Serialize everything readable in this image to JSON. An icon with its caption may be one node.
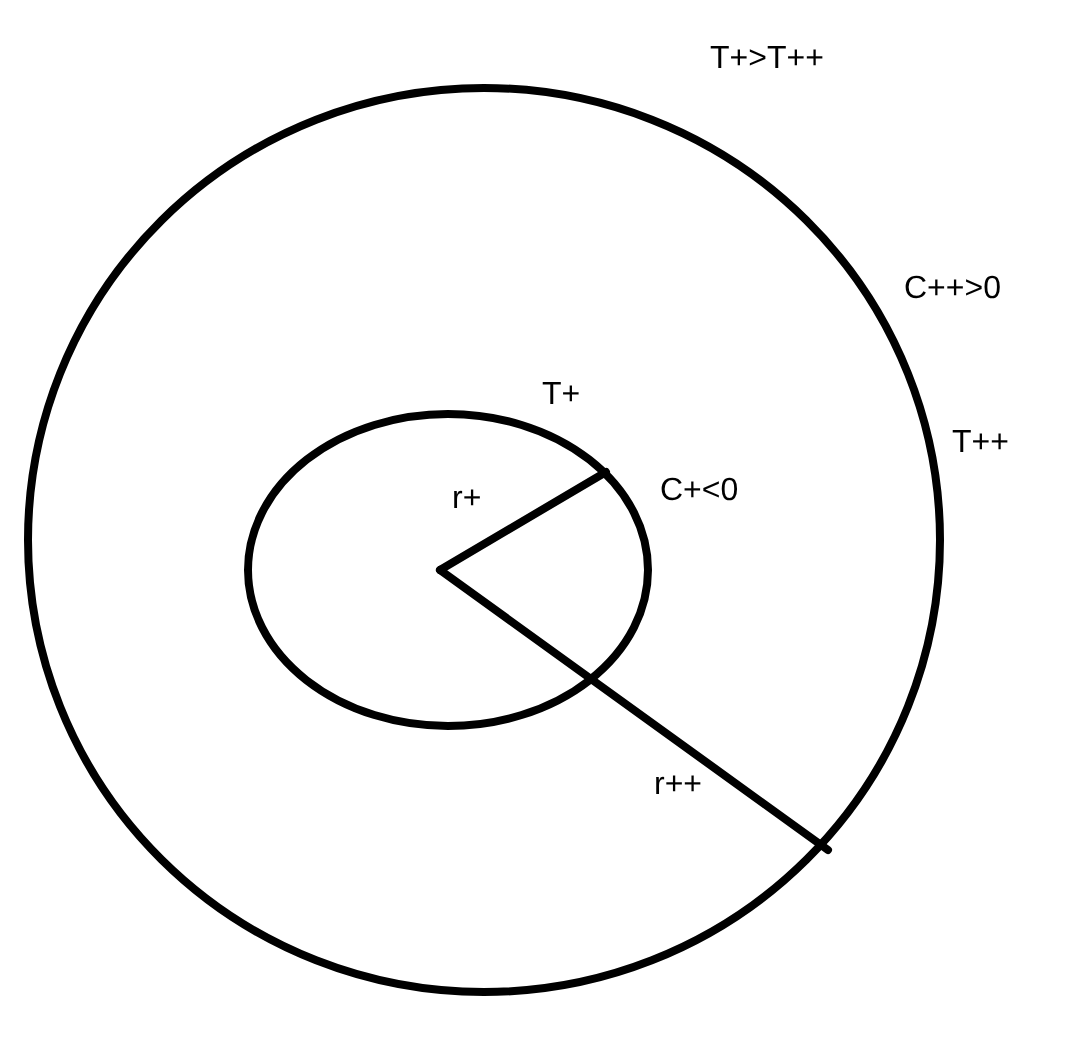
{
  "diagram": {
    "nodes": [
      {
        "text": [],
        "shape": "circle",
        "beside": [
          "C++>0",
          "T++"
        ]
      },
      {
        "text": [],
        "shape": "circle",
        "in": 0,
        "beside": [
          "T+",
          "C+<0"
        ]
      }
    ],
    "labels": [
      "T+>T++",
      "r+",
      "r++"
    ]
  }
}
